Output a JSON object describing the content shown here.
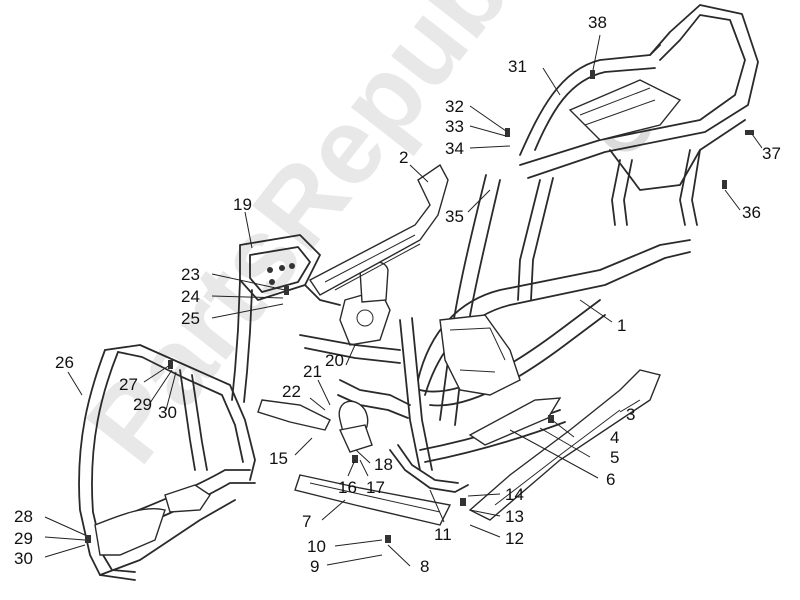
{
  "watermark": {
    "text": "PartsRepublik",
    "color": "#9a9a9a"
  },
  "diagram": {
    "callouts": [
      {
        "id": "c1",
        "label": "1"
      },
      {
        "id": "c2",
        "label": "2"
      },
      {
        "id": "c3",
        "label": "3"
      },
      {
        "id": "c4",
        "label": "4"
      },
      {
        "id": "c5",
        "label": "5"
      },
      {
        "id": "c6",
        "label": "6"
      },
      {
        "id": "c7",
        "label": "7"
      },
      {
        "id": "c8",
        "label": "8"
      },
      {
        "id": "c9",
        "label": "9"
      },
      {
        "id": "c10",
        "label": "10"
      },
      {
        "id": "c11",
        "label": "11"
      },
      {
        "id": "c12",
        "label": "12"
      },
      {
        "id": "c13",
        "label": "13"
      },
      {
        "id": "c14",
        "label": "14"
      },
      {
        "id": "c15",
        "label": "15"
      },
      {
        "id": "c16",
        "label": "16"
      },
      {
        "id": "c17",
        "label": "17"
      },
      {
        "id": "c18",
        "label": "18"
      },
      {
        "id": "c19",
        "label": "19"
      },
      {
        "id": "c20",
        "label": "20"
      },
      {
        "id": "c21",
        "label": "21"
      },
      {
        "id": "c22",
        "label": "22"
      },
      {
        "id": "c23",
        "label": "23"
      },
      {
        "id": "c24",
        "label": "24"
      },
      {
        "id": "c25",
        "label": "25"
      },
      {
        "id": "c26",
        "label": "26"
      },
      {
        "id": "c27",
        "label": "27"
      },
      {
        "id": "c28",
        "label": "28"
      },
      {
        "id": "c29a",
        "label": "29"
      },
      {
        "id": "c29b",
        "label": "29"
      },
      {
        "id": "c30a",
        "label": "30"
      },
      {
        "id": "c30b",
        "label": "30"
      },
      {
        "id": "c31",
        "label": "31"
      },
      {
        "id": "c32",
        "label": "32"
      },
      {
        "id": "c33",
        "label": "33"
      },
      {
        "id": "c34",
        "label": "34"
      },
      {
        "id": "c35",
        "label": "35"
      },
      {
        "id": "c36",
        "label": "36"
      },
      {
        "id": "c37",
        "label": "37"
      },
      {
        "id": "c38",
        "label": "38"
      }
    ]
  }
}
